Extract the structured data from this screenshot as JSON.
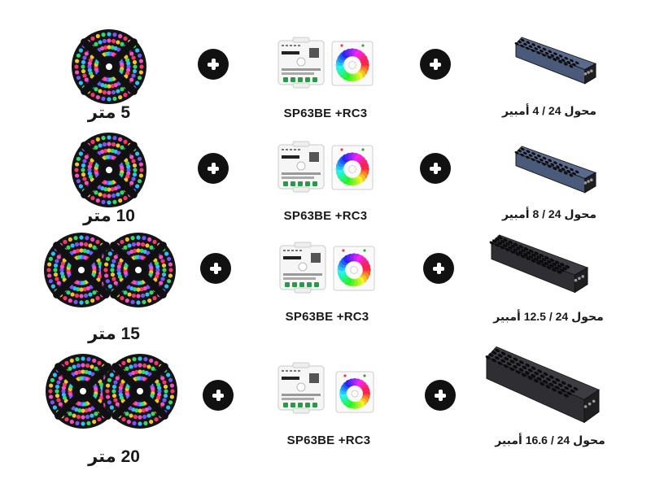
{
  "colors": {
    "plus_circle": "#111111",
    "strip_rainbow": [
      "#ff3b6b",
      "#ffcc33",
      "#39e36b",
      "#33c7ff",
      "#7a5cff",
      "#ff55cc"
    ],
    "psu_small": "#4a5a7a",
    "psu_large": "#2f2f33"
  },
  "icons": {
    "plus": "plus-circle-icon",
    "strip": "led-strip-reel-icon",
    "controller": "sp63be-controller-icon",
    "remote": "rc3-wall-panel-icon",
    "psu": "power-supply-icon"
  },
  "rows": [
    {
      "length": "5 متر",
      "reels": 1,
      "controller": "SP63BE +RC3",
      "psu": "محول 24 / 4 أمبير",
      "psu_style": "small"
    },
    {
      "length": "10 متر",
      "reels": 1,
      "controller": "SP63BE +RC3",
      "psu": "محول 24 / 8 أمبير",
      "psu_style": "small"
    },
    {
      "length": "15 متر",
      "reels": 2,
      "controller": "SP63BE +RC3",
      "psu": "محول 24 / 12.5 أمبير",
      "psu_style": "large"
    },
    {
      "length": "20 متر",
      "reels": 2,
      "controller": "SP63BE +RC3",
      "psu": "محول 24 / 16.6 أمبير",
      "psu_style": "large"
    }
  ]
}
